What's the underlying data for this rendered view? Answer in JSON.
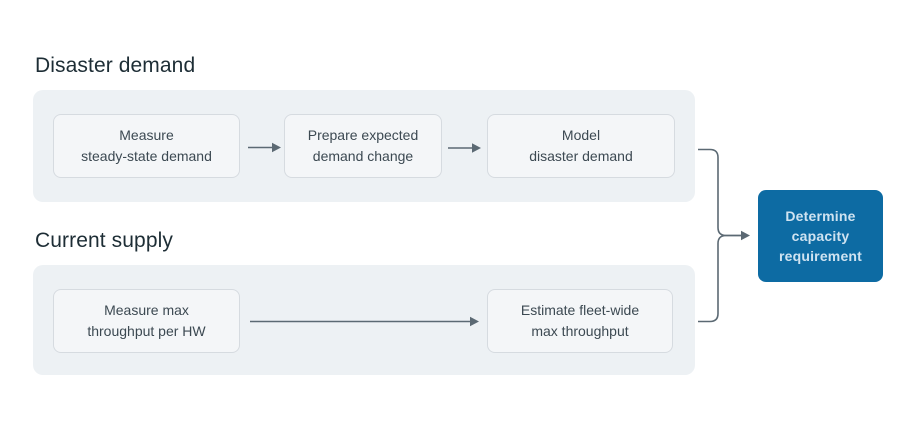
{
  "sections": [
    {
      "title": "Disaster demand",
      "boxes": [
        {
          "lines": [
            "Measure",
            "steady-state demand"
          ]
        },
        {
          "lines": [
            "Prepare expected",
            "demand change"
          ]
        },
        {
          "lines": [
            "Model",
            "disaster demand"
          ]
        }
      ]
    },
    {
      "title": "Current supply",
      "boxes": [
        {
          "lines": [
            "Measure max",
            "throughput per HW"
          ]
        },
        {
          "lines": [
            "Estimate fleet-wide",
            "max throughput"
          ]
        }
      ]
    }
  ],
  "result": {
    "lines": [
      "Determine",
      "capacity",
      "requirement"
    ]
  },
  "colors": {
    "accent_blue": "#0d6ba3",
    "accent_text": "#cfe3f1",
    "panel_bg": "#edf1f4",
    "box_bg": "#f4f6f8",
    "box_border": "#d6dbe0",
    "connector": "#5b6973",
    "heading_text": "#1d2d35",
    "box_text": "#3c4952"
  }
}
